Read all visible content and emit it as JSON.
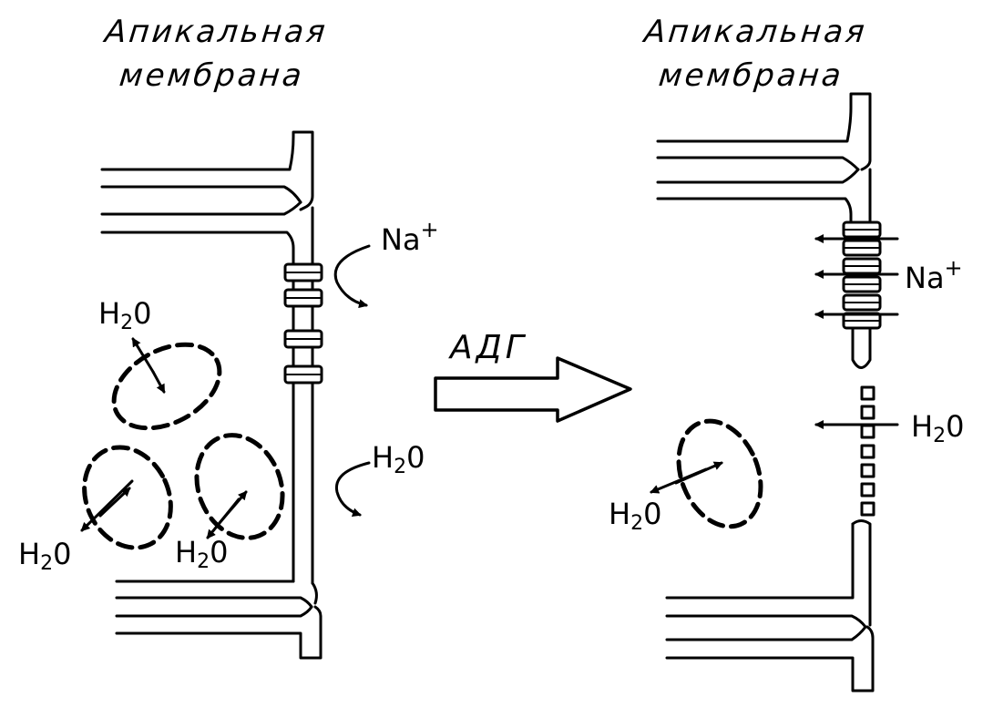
{
  "labels": {
    "left_title_line1": "Апикальная",
    "left_title_line2": "мембрана",
    "right_title_line1": "Апикальная",
    "right_title_line2": "мембрана",
    "adg": "АДГ",
    "h_symbol": "H",
    "h_subscript": "2",
    "o_symbol": "0",
    "na_symbol": "Na",
    "na_charge": "+"
  },
  "colors": {
    "ink": "#000000",
    "paper": "#ffffff"
  }
}
